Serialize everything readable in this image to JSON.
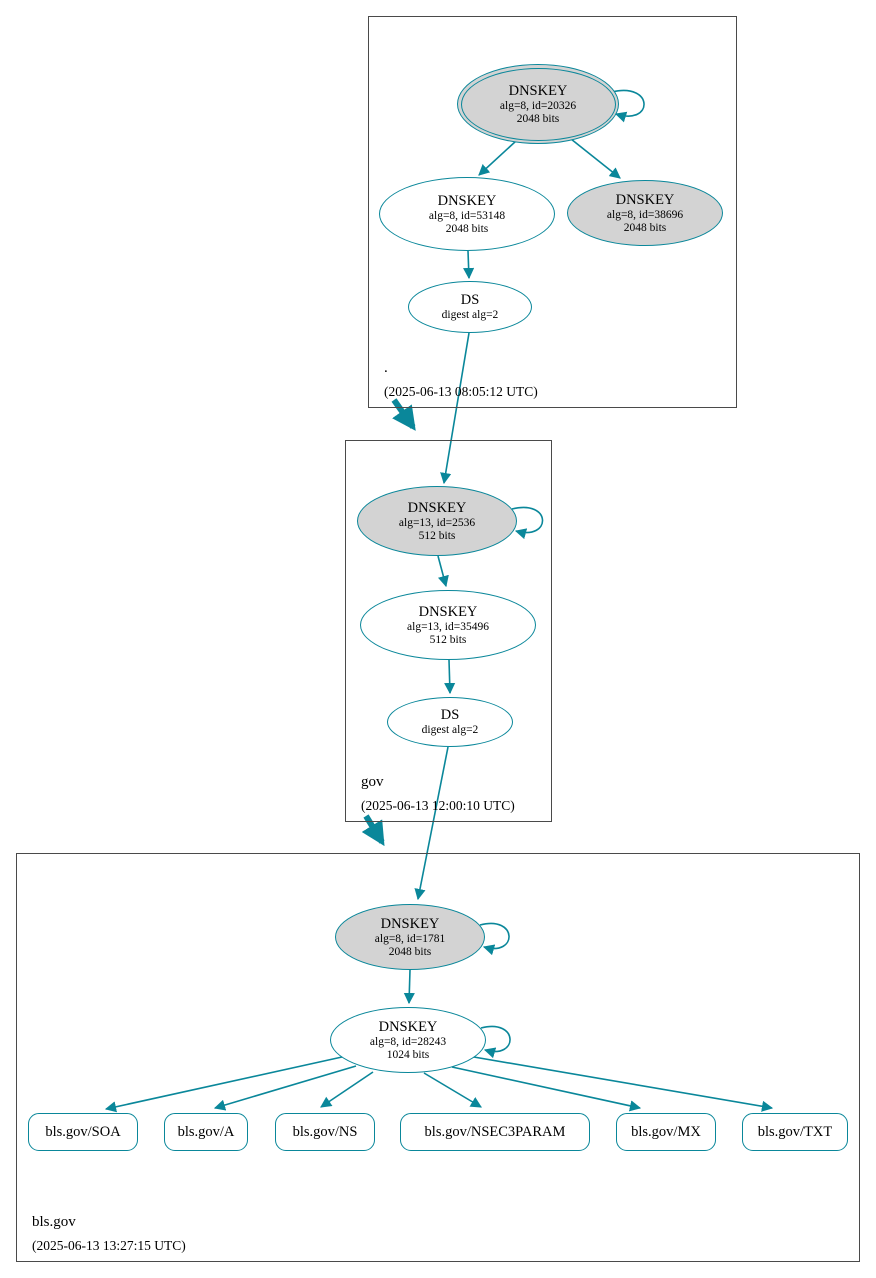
{
  "colors": {
    "accent": "#0a879a",
    "ksk_fill": "#d3d3d3",
    "background": "#ffffff"
  },
  "zones": {
    "root": {
      "label": ".",
      "timestamp": "(2025-06-13 08:05:12 UTC)",
      "ksk": {
        "type": "DNSKEY",
        "detail": "alg=8, id=20326",
        "bits": "2048 bits"
      },
      "zsk": {
        "type": "DNSKEY",
        "detail": "alg=8, id=53148",
        "bits": "2048 bits"
      },
      "standby": {
        "type": "DNSKEY",
        "detail": "alg=8, id=38696",
        "bits": "2048 bits"
      },
      "ds": {
        "type": "DS",
        "detail": "digest alg=2"
      }
    },
    "gov": {
      "label": "gov",
      "timestamp": "(2025-06-13 12:00:10 UTC)",
      "ksk": {
        "type": "DNSKEY",
        "detail": "alg=13, id=2536",
        "bits": "512 bits"
      },
      "zsk": {
        "type": "DNSKEY",
        "detail": "alg=13, id=35496",
        "bits": "512 bits"
      },
      "ds": {
        "type": "DS",
        "detail": "digest alg=2"
      }
    },
    "bls": {
      "label": "bls.gov",
      "timestamp": "(2025-06-13 13:27:15 UTC)",
      "ksk": {
        "type": "DNSKEY",
        "detail": "alg=8, id=1781",
        "bits": "2048 bits"
      },
      "zsk": {
        "type": "DNSKEY",
        "detail": "alg=8, id=28243",
        "bits": "1024 bits"
      },
      "rrsets": [
        "bls.gov/SOA",
        "bls.gov/A",
        "bls.gov/NS",
        "bls.gov/NSEC3PARAM",
        "bls.gov/MX",
        "bls.gov/TXT"
      ]
    }
  }
}
